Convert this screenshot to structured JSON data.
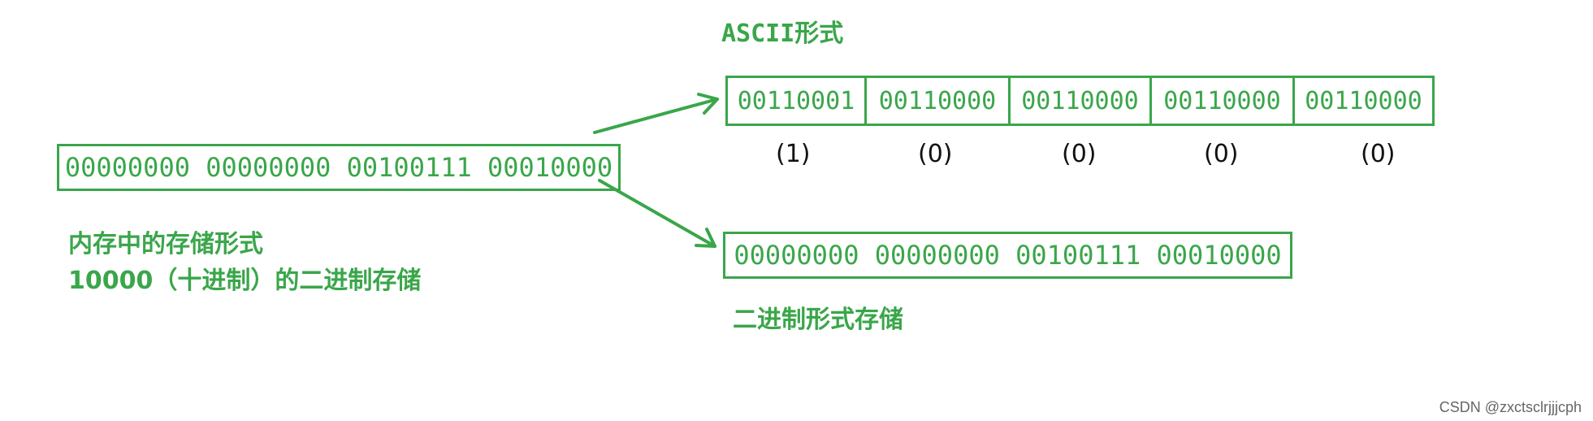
{
  "colors": {
    "accent": "#3aa64a",
    "char_text": "#111111",
    "watermark": "#666666"
  },
  "memory": {
    "value": "00000000 00000000 00100111 00010000",
    "caption_line1": "内存中的存储形式",
    "caption_line2": "10000（十进制）的二进制存储"
  },
  "ascii": {
    "title": "ASCII形式",
    "cells": [
      {
        "bits": "00110001",
        "char": "(1)"
      },
      {
        "bits": "00110000",
        "char": "(0)"
      },
      {
        "bits": "00110000",
        "char": "(0)"
      },
      {
        "bits": "00110000",
        "char": "(0)"
      },
      {
        "bits": "00110000",
        "char": "(0)"
      }
    ]
  },
  "binary": {
    "value": "00000000 00000000 00100111 00010000",
    "caption": "二进制形式存储"
  },
  "watermark": "CSDN @zxctsclrjjjcph"
}
